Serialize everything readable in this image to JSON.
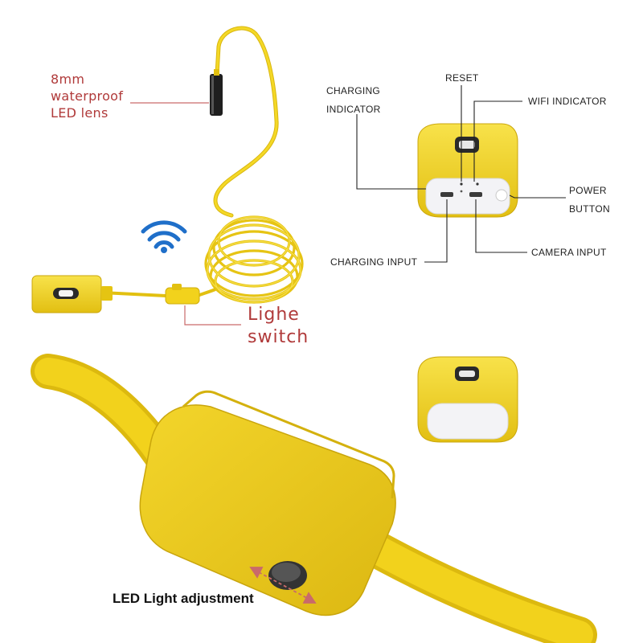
{
  "colors": {
    "cable": "#f2d21c",
    "cable_dark": "#d8b60f",
    "cable_shadow": "#caa60a",
    "housing": "#f5d626",
    "housing_dark": "#dcb90f",
    "face": "#f3f3f6",
    "wifi": "#1f6fc9",
    "leader_red": "#c96a6a",
    "leader_black": "#222222",
    "label_red": "#b03a3a"
  },
  "icons": [
    "wifi-icon",
    "power-button-icon",
    "double-arrow-icon"
  ],
  "labels": {
    "lens": [
      "8mm",
      "waterproof",
      "LED lens"
    ],
    "light_switch": [
      "Lighe",
      "switch"
    ],
    "charging_indicator": [
      "CHARGING",
      "INDICATOR"
    ],
    "reset": "RESET",
    "wifi_indicator": "WIFI INDICATOR",
    "power_button": [
      "POWER",
      "BUTTON"
    ],
    "charging_input": "CHARGING INPUT",
    "camera_input": "CAMERA INPUT",
    "led_adjustment": "LED Light adjustment"
  }
}
